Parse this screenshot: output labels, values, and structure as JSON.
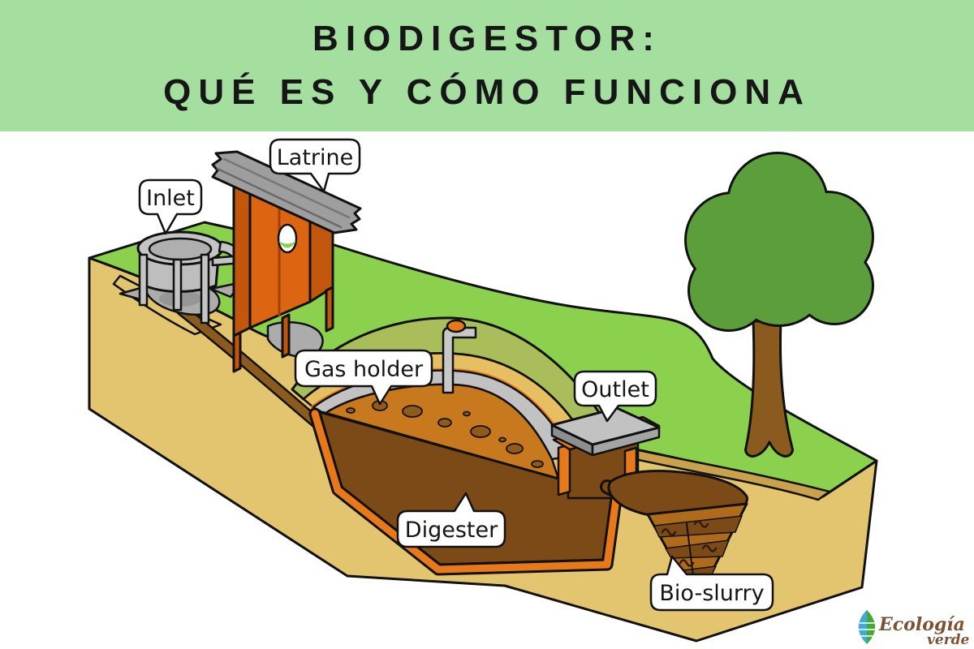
{
  "header": {
    "title_line1": "BIODIGESTOR:",
    "title_line2": "QUÉ ES Y CÓMO FUNCIONA",
    "background_color": "#A5DFA0",
    "text_color": "#161616"
  },
  "diagram": {
    "labels": {
      "inlet": "Inlet",
      "latrine": "Latrine",
      "gas_holder": "Gas holder",
      "outlet": "Outlet",
      "digester": "Digester",
      "bio_slurry": "Bio-slurry"
    },
    "colors": {
      "grass": "#8CD14E",
      "soil": "#E3C46F",
      "soil_dark_band": "#C9A24E",
      "mound_green": "#A9BE5A",
      "subsoil_band": "#E5BF62",
      "dome_gray": "#C2C2C2",
      "slurry": "#C8791E",
      "slurry_lumps": "#8F5A1A",
      "chamber_brown": "#7B4A16",
      "lining_orange": "#E8791B",
      "latrine_orange": "#DD6512",
      "latrine_orange_dark": "#C2560C",
      "roof_gray": "#9E9E9E",
      "metal_gray": "#C4C4C4",
      "pipe_brown": "#8B5A1E",
      "pit_stripe": "#B06A1C",
      "tree_canopy": "#5B9E3B",
      "tree_trunk": "#8B5A1F"
    }
  },
  "logo": {
    "brand_line1": "Ecología",
    "brand_line2": "verde",
    "text_color": "#7B5334",
    "leaf_blue": "#3FA9DC",
    "leaf_green": "#46A838"
  }
}
